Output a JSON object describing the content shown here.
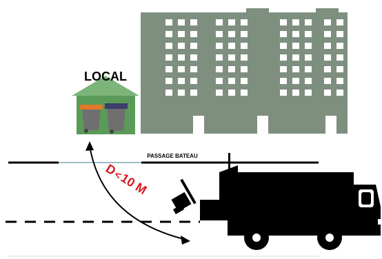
{
  "local": {
    "label": "LOCAL"
  },
  "road": {
    "label": "PASSAGE BATEAU"
  },
  "distance": {
    "symbol": "D",
    "comparator": "<",
    "value": "10 M"
  },
  "colors": {
    "building": "#7f8f7f",
    "local_roof": "#7cb47a",
    "local_wall": "#5a9b59",
    "bin_body": "#6f6f6f",
    "bin_lid_left": "#e07a2a",
    "bin_lid_right": "#3b3f6a",
    "truck": "#000000",
    "distance_text": "#d8171f",
    "road_line": "#000000",
    "curb_line": "#7fa6b3"
  },
  "icons": [
    "building-icon",
    "local-shelter-icon",
    "trash-bin-icon",
    "garbage-truck-icon",
    "double-arrow-icon"
  ]
}
